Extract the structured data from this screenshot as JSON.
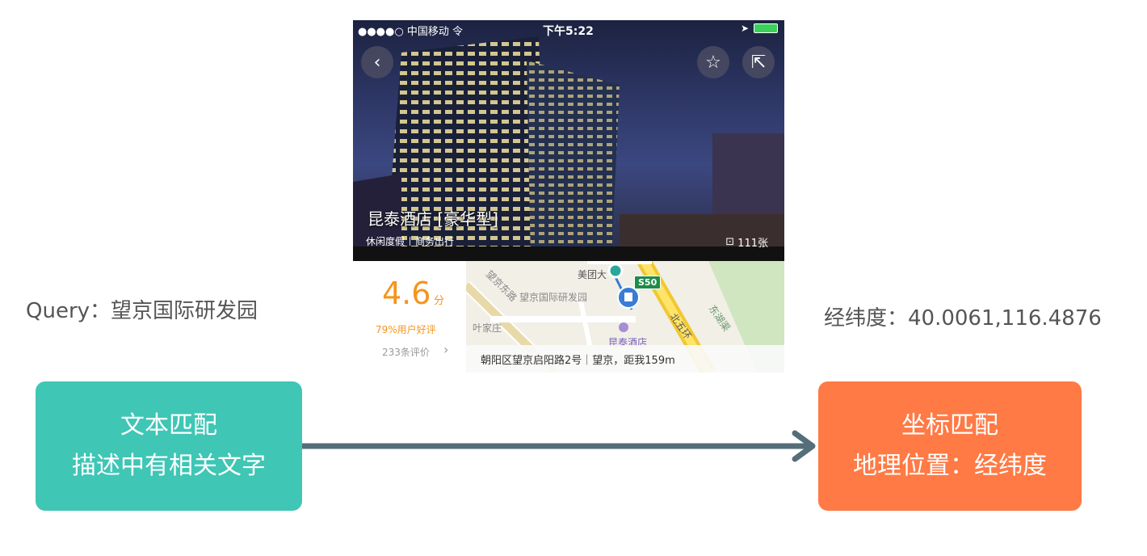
{
  "query": {
    "label": "Query：望京国际研发园"
  },
  "coordinates": {
    "label": "经纬度：40.0061,116.4876"
  },
  "text_match": {
    "line1": "文本匹配",
    "line2": "描述中有相关文字"
  },
  "geo_match": {
    "line1": "坐标匹配",
    "line2": "地理位置：经纬度"
  },
  "phone": {
    "status": {
      "carrier": "●●●●○ 中国移动 令",
      "time": "下午5:22"
    },
    "hotel": {
      "name": "昆泰酒店 [豪华型]",
      "tags": [
        "休闲度假",
        "商务出行"
      ],
      "photo_count": "111张"
    },
    "rating": {
      "score": "4.6",
      "unit": "分",
      "good_rate": "79%用户好评",
      "reviews": "233条评价"
    },
    "map": {
      "labels": {
        "meituan": "美团大",
        "road1": "望京东路",
        "park": "望京国际研发园",
        "village": "叶家庄",
        "hotel": "昆泰酒店",
        "ring": "北五环",
        "lake": "东湖渠",
        "highway": "S50"
      },
      "address": "朝阳区望京启阳路2号｜望京，距我159m"
    }
  },
  "colors": {
    "teal": "#3fc6b5",
    "orange": "#ff7a45",
    "arrow": "#546e7a",
    "score": "#f7941d"
  }
}
